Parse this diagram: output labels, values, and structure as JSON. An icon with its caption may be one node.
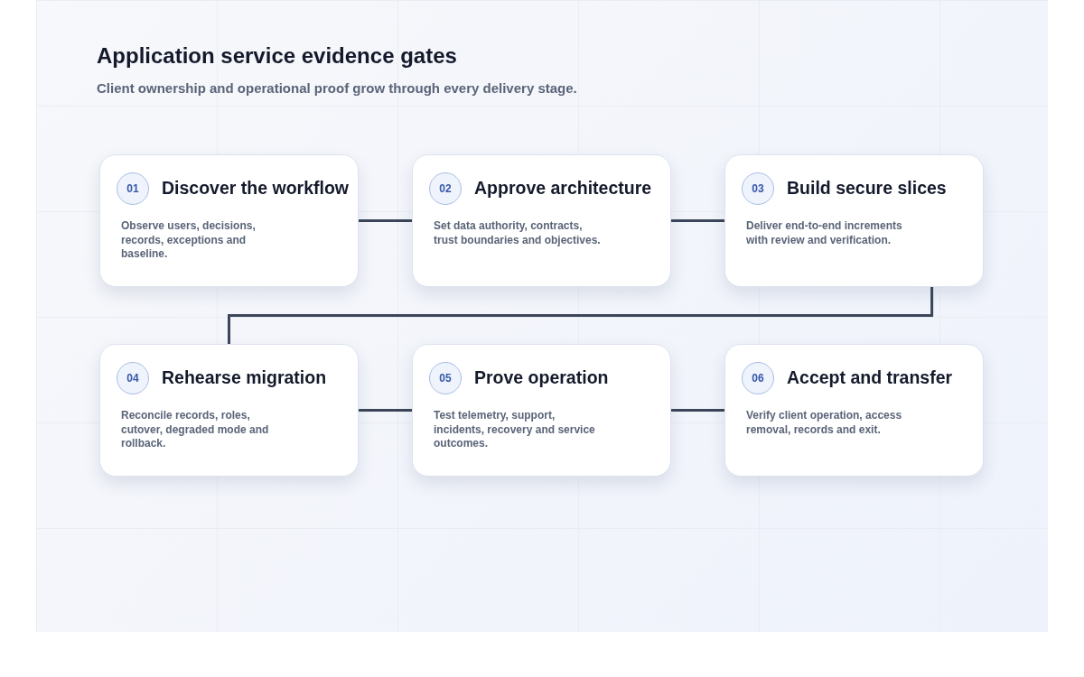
{
  "diagram": {
    "title": "Application service evidence gates",
    "caption": "Client ownership and operational proof grow through every delivery stage.",
    "nodes": [
      {
        "text": [
          "01",
          "Discover the workflow",
          "Observe users, decisions, records, exceptions and baseline."
        ]
      },
      {
        "text": [
          "02",
          "Approve architecture",
          "Set data authority, contracts, trust boundaries and objectives."
        ]
      },
      {
        "text": [
          "03",
          "Build secure slices",
          "Deliver end-to-end increments with review and verification."
        ]
      },
      {
        "text": [
          "04",
          "Rehearse migration",
          "Reconcile records, roles, cutover, degraded mode and rollback."
        ]
      },
      {
        "text": [
          "05",
          "Prove operation",
          "Test telemetry, support, incidents, recovery and service outcomes."
        ]
      },
      {
        "text": [
          "06",
          "Accept and transfer",
          "Verify client operation, access removal, records and exit."
        ]
      }
    ],
    "edges": [
      {
        "from": 0,
        "to": 1,
        "arrow": "none"
      },
      {
        "from": 1,
        "to": 2,
        "arrow": "none"
      },
      {
        "from": 2,
        "to": 3,
        "arrow": "none"
      },
      {
        "from": 3,
        "to": 4,
        "arrow": "none"
      },
      {
        "from": 4,
        "to": 5,
        "arrow": "none"
      }
    ]
  }
}
